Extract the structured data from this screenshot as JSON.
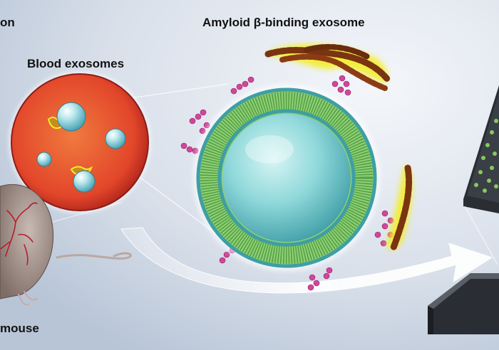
{
  "labels": {
    "top_left_fragment": "on",
    "blood_exosomes": "Blood exosomes",
    "amyloid_exosome": "Amyloid β-binding exosome",
    "mouse_fragment": "mouse"
  },
  "colors": {
    "background_light": "#eef2f7",
    "background_blue": "#b9c6d8",
    "blood_circle": "#e2462a",
    "exosome_core": "#7fd3d6",
    "membrane_green": "#7fc46a",
    "membrane_teal": "#3e9fa3",
    "amyloid_brown": "#7a3410",
    "amyloid_glow": "#f3ee2a",
    "receptor_pink": "#d1469a",
    "chip_dark": "#2a2d33",
    "chip_dots": "#86c95a",
    "mouse_gray": "#9a8a84",
    "vessel_red": "#b3202a",
    "arrow_white": "#ffffff"
  }
}
